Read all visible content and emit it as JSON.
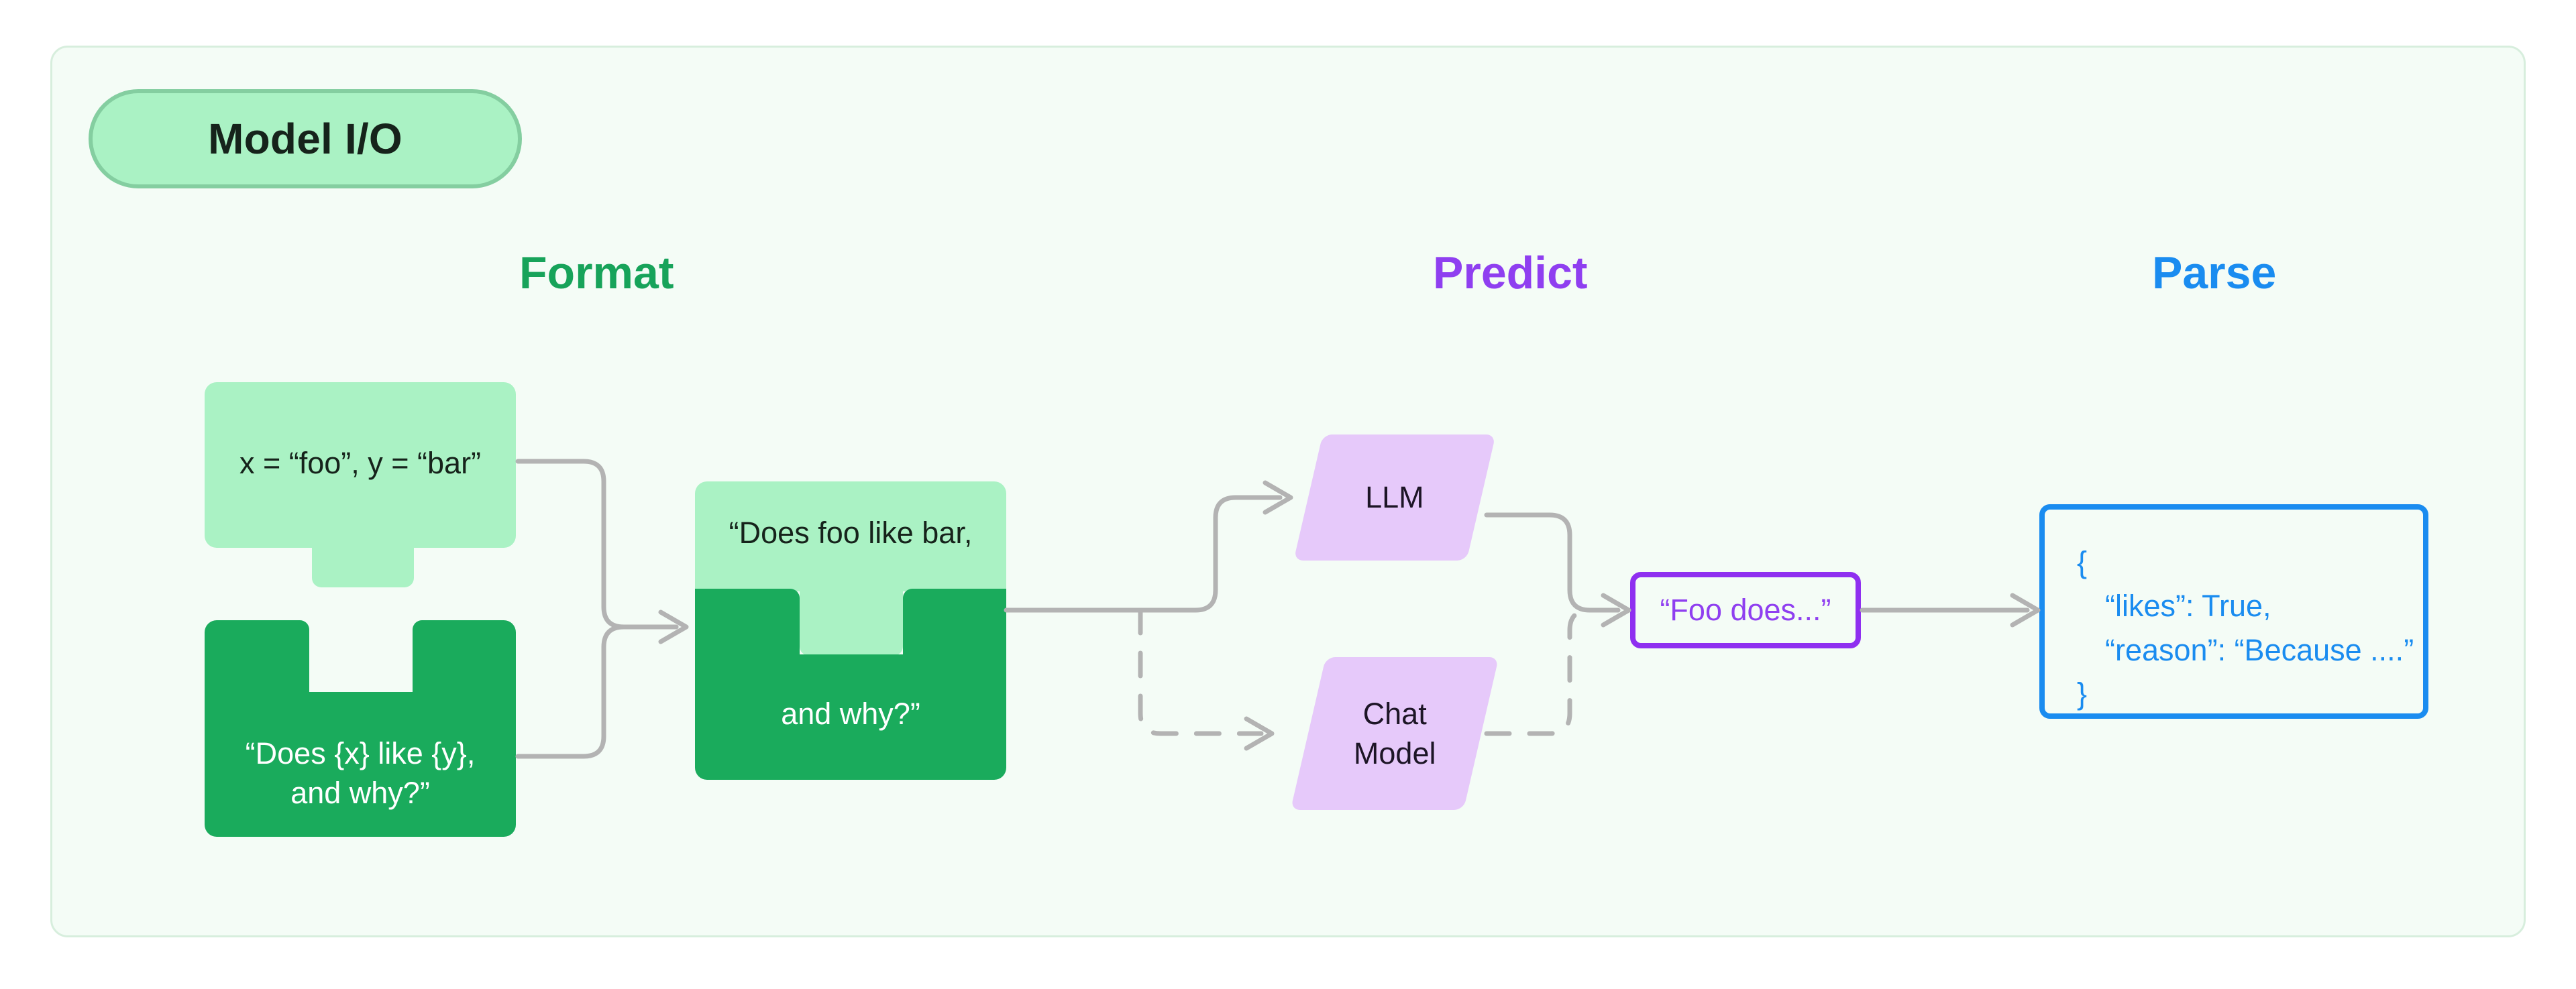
{
  "panel": {
    "badge_label": "Model I/O",
    "background": "#f4fcf6",
    "border_color": "#d7eedd"
  },
  "columns": [
    {
      "key": "format",
      "label": "Format",
      "color": "#17a35a"
    },
    {
      "key": "predict",
      "label": "Predict",
      "color": "#8f3ff0"
    },
    {
      "key": "parse",
      "label": "Parse",
      "color": "#1a8cf0"
    }
  ],
  "format": {
    "values_piece": {
      "text": "x = “foo”, y = “bar”",
      "fill": "#aaf2c4",
      "text_color": "#16231b"
    },
    "template_piece": {
      "text": "“Does {x} like {y},\nand why?”",
      "fill": "#1aab5c",
      "text_color": "#ffffff"
    },
    "assembled_piece": {
      "text_top": "“Does foo like bar,",
      "text_bottom": "and why?”",
      "fill_top": "#aaf2c4",
      "fill_bottom": "#1aab5c"
    }
  },
  "predict": {
    "nodes": [
      {
        "key": "llm",
        "label": "LLM",
        "fill": "#e6c9fa",
        "connector": "solid"
      },
      {
        "key": "chat_model",
        "label": "Chat\nModel",
        "fill": "#e6c9fa",
        "connector": "dashed"
      }
    ],
    "completion": {
      "text": "“Foo does...”",
      "border_color": "#8f2ff0",
      "text_color": "#8f3ff0"
    }
  },
  "parse": {
    "output": {
      "lines": [
        "{",
        "“likes”: True,",
        "“reason”: “Because ....”",
        "}"
      ],
      "border_color": "#1a8cf0",
      "text_color": "#1a8cf0"
    }
  }
}
